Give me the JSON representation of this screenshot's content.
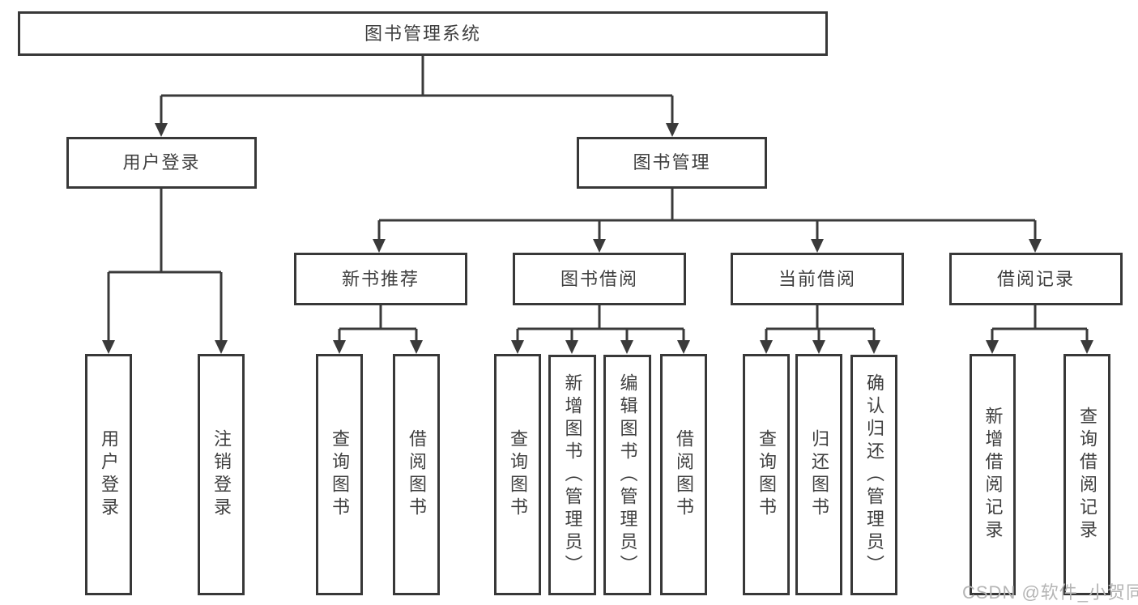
{
  "tree": {
    "label": "图书管理系统",
    "children": [
      {
        "label": "用户登录",
        "children": [
          {
            "label": "用户登录"
          },
          {
            "label": "注销登录"
          }
        ]
      },
      {
        "label": "图书管理",
        "children": [
          {
            "label": "新书推荐",
            "children": [
              {
                "label": "查询图书"
              },
              {
                "label": "借阅图书"
              }
            ]
          },
          {
            "label": "图书借阅",
            "children": [
              {
                "label": "查询图书"
              },
              {
                "label": "新增图书（管理员）"
              },
              {
                "label": "编辑图书（管理员）"
              },
              {
                "label": "借阅图书"
              }
            ]
          },
          {
            "label": "当前借阅",
            "children": [
              {
                "label": "查询图书"
              },
              {
                "label": "归还图书"
              },
              {
                "label": "确认归还（管理员）"
              }
            ]
          },
          {
            "label": "借阅记录",
            "children": [
              {
                "label": "新增借阅记录"
              },
              {
                "label": "查询借阅记录"
              }
            ]
          }
        ]
      }
    ]
  },
  "watermark": {
    "text": "CSDN @软件_小贺同学",
    "color": "#b5b5b5"
  },
  "colors": {
    "line": "#3a3a3a",
    "border": "#383838",
    "text": "#3f3f3f",
    "background": "#ffffff"
  }
}
